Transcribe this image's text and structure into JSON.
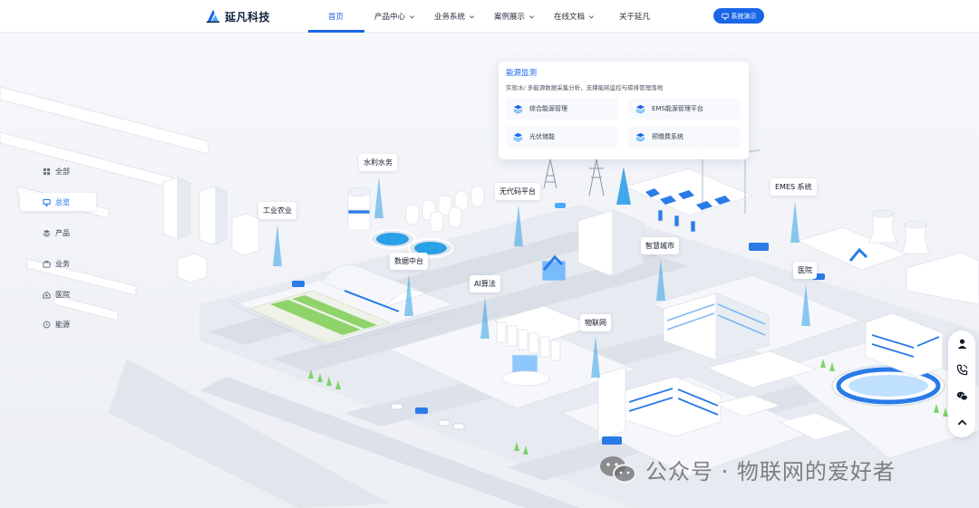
{
  "brand": {
    "name": "延凡科技"
  },
  "nav": {
    "items": [
      {
        "label": "首页",
        "active": true,
        "has_dropdown": false
      },
      {
        "label": "产品中心",
        "active": false,
        "has_dropdown": true
      },
      {
        "label": "业务系统",
        "active": false,
        "has_dropdown": true
      },
      {
        "label": "案例展示",
        "active": false,
        "has_dropdown": true
      },
      {
        "label": "在线文档",
        "active": false,
        "has_dropdown": true
      },
      {
        "label": "关于延凡",
        "active": false,
        "has_dropdown": false
      }
    ],
    "demo_button": "系统演示"
  },
  "sidebar": {
    "items": [
      {
        "label": "全部",
        "icon": "grid-icon",
        "active": false
      },
      {
        "label": "总览",
        "icon": "monitor-icon",
        "active": true
      },
      {
        "label": "产品",
        "icon": "layers-icon",
        "active": false
      },
      {
        "label": "业务",
        "icon": "briefcase-icon",
        "active": false
      },
      {
        "label": "医院",
        "icon": "hospital-icon",
        "active": false
      },
      {
        "label": "能源",
        "icon": "energy-icon",
        "active": false
      }
    ]
  },
  "scene_labels": {
    "water": "水利水务",
    "agri": "工业农业",
    "code": "无代码平台",
    "data": "数据中台",
    "ai": "AI算法",
    "city": "智慧城市",
    "iot": "物联网",
    "emes": "EMES 系统",
    "hospital": "医院"
  },
  "energy_card": {
    "title": "能源监测",
    "description": "实现水/ 多能源数据采集分析，支撑能耗监控与碳排管理落地",
    "items": [
      "综合能源管理",
      "EMS能源管理平台",
      "光伏储能",
      "预缴费系统"
    ]
  },
  "float_bar": {
    "icons": [
      "user-icon",
      "phone-icon",
      "wechat-icon",
      "arrow-up-icon"
    ]
  },
  "watermark": {
    "text": "公众号 · 物联网的爱好者"
  },
  "colors": {
    "accent": "#1a66e8",
    "beam": "#2fa0e8"
  }
}
